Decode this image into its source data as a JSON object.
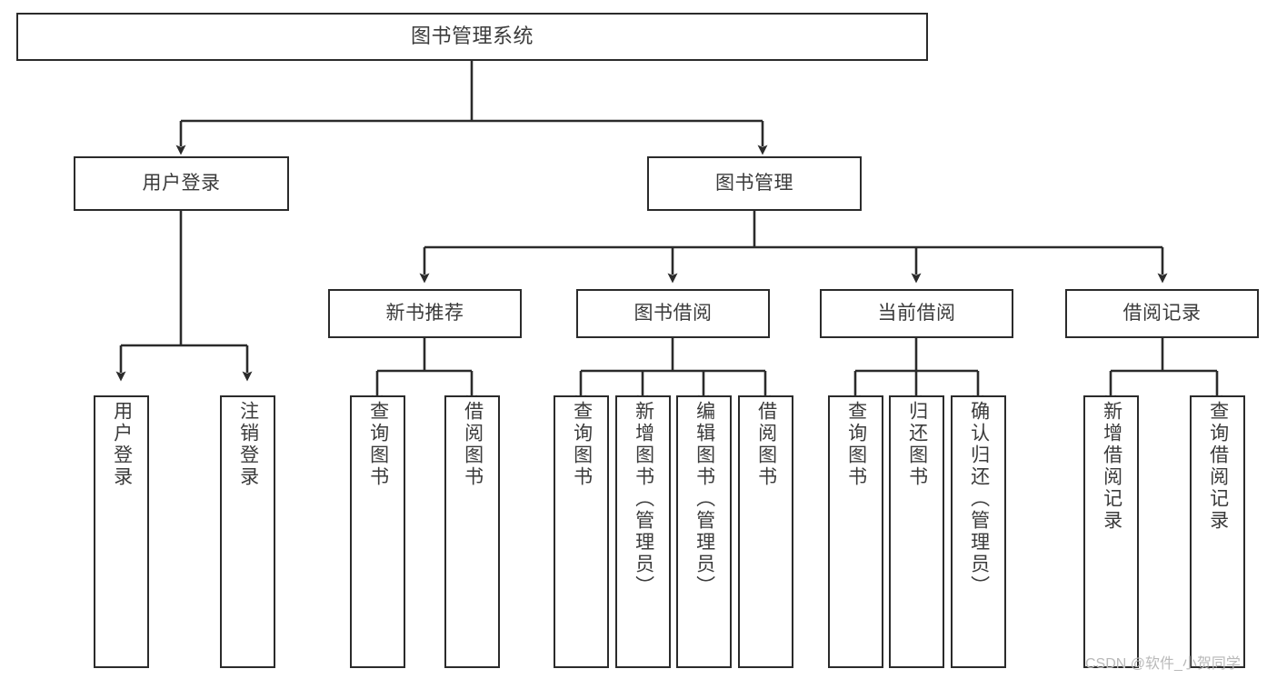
{
  "diagram": {
    "title": "图书管理系统",
    "type": "hierarchy-tree",
    "orientation": "top-down",
    "colors": {
      "box_border": "#2b2b2b",
      "box_fill": "#ffffff",
      "text": "#3b3b3b",
      "edge": "#2b2b2b",
      "watermark": "#b9b9b9",
      "background": "#ffffff"
    }
  },
  "nodes": {
    "root": {
      "label": "图书管理系统"
    },
    "level1": [
      {
        "id": "user-login",
        "label": "用户登录"
      },
      {
        "id": "book-manage",
        "label": "图书管理"
      }
    ],
    "level2": [
      {
        "id": "new-book-recommend",
        "label": "新书推荐"
      },
      {
        "id": "book-borrow",
        "label": "图书借阅"
      },
      {
        "id": "current-borrow",
        "label": "当前借阅"
      },
      {
        "id": "borrow-record",
        "label": "借阅记录"
      }
    ],
    "leaves": {
      "user-login": [
        {
          "id": "leaf-user-login",
          "label": "用户登录"
        },
        {
          "id": "leaf-logout",
          "label": "注销登录"
        }
      ],
      "new-book-recommend": [
        {
          "id": "leaf-query-book-1",
          "label": "查询图书"
        },
        {
          "id": "leaf-borrow-book-1",
          "label": "借阅图书"
        }
      ],
      "book-borrow": [
        {
          "id": "leaf-query-book-2",
          "label": "查询图书"
        },
        {
          "id": "leaf-add-book",
          "label": "新增图书（管理员）"
        },
        {
          "id": "leaf-edit-book",
          "label": "编辑图书（管理员）"
        },
        {
          "id": "leaf-borrow-book-2",
          "label": "借阅图书"
        }
      ],
      "current-borrow": [
        {
          "id": "leaf-query-book-3",
          "label": "查询图书"
        },
        {
          "id": "leaf-return-book",
          "label": "归还图书"
        },
        {
          "id": "leaf-confirm-return",
          "label": "确认归还（管理员）"
        }
      ],
      "borrow-record": [
        {
          "id": "leaf-add-record",
          "label": "新增借阅记录"
        },
        {
          "id": "leaf-query-record",
          "label": "查询借阅记录"
        }
      ]
    }
  },
  "watermark": {
    "text": "CSDN @软件_小贺同学"
  }
}
